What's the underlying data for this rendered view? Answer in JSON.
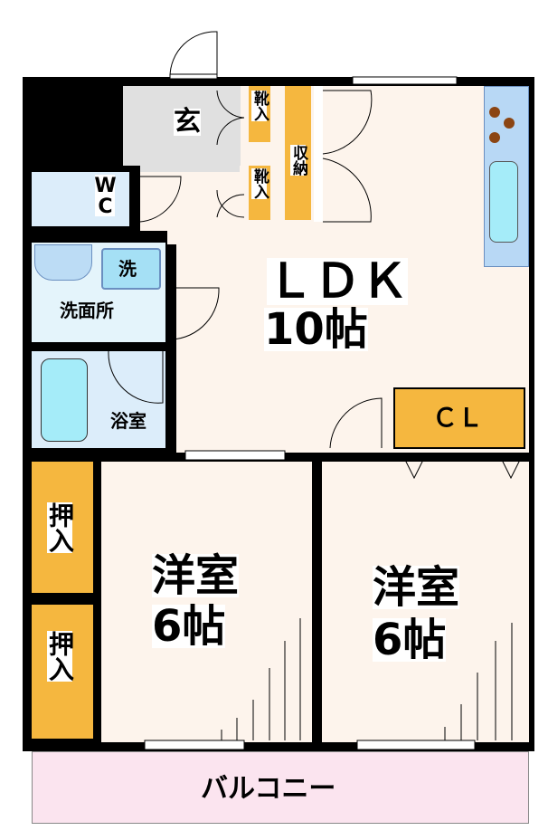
{
  "rooms": {
    "genkan": "玄",
    "shoe_box_1": "靴入",
    "shoe_box_2": "靴入",
    "storage": "収納",
    "wc": "WC",
    "washer": "洗",
    "washroom": "洗面所",
    "bath": "浴室",
    "ldk_name": "ＬＤＫ",
    "ldk_size": "10帖",
    "closet": "ＣＬ",
    "western1_name": "洋室",
    "western1_size": "6帖",
    "western2_name": "洋室",
    "western2_size": "6帖",
    "oshiire_1": "押入",
    "oshiire_2": "押入",
    "balcony": "バルコニー"
  },
  "colors": {
    "wall": "#000000",
    "floor": "#fdf4ec",
    "storage": "#f5b73f",
    "water": "#dcedfa",
    "genkan": "#e0e0e0",
    "balcony": "#fbe4ef"
  }
}
